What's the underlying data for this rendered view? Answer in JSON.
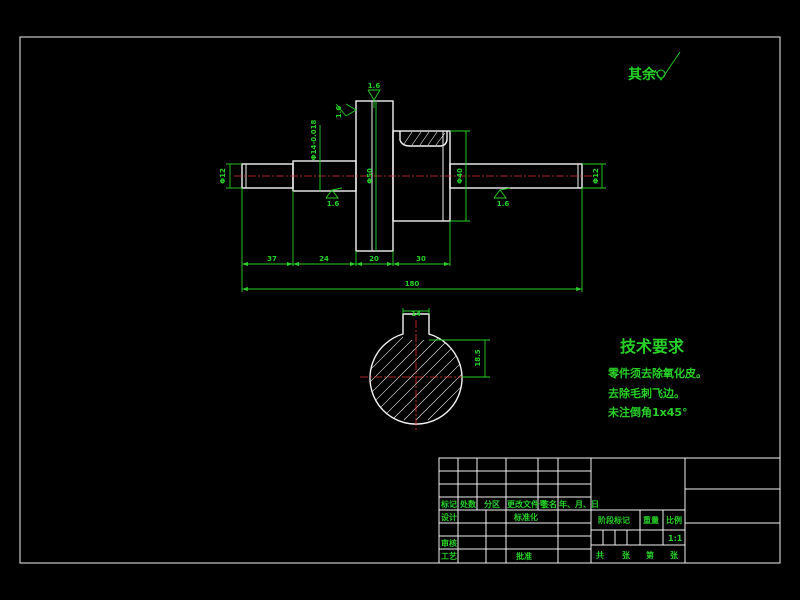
{
  "roughness_rest": {
    "label": "其余"
  },
  "roughness_marks": [
    "1.6",
    "1.6",
    "1.6",
    "1.6"
  ],
  "dimensions": {
    "d_left_end": "Φ12",
    "d_shoulder": "Φ14-0.018",
    "d_flange": "Φ50",
    "d_hub": "Φ40",
    "d_right_end": "Φ12",
    "len_1": "37",
    "len_2": "24",
    "len_3": "20",
    "len_4": "30",
    "len_total": "180",
    "key_width": "14",
    "key_depth": "18.5"
  },
  "tech_requirements": {
    "title": "技术要求",
    "lines": [
      "零件须去除氧化皮。",
      "去除毛刺飞边。",
      "未注倒角1x45°"
    ]
  },
  "title_block": {
    "mark": "标记",
    "count": "处数",
    "zone": "分区",
    "doc_no": "更改文件号",
    "sign": "签名",
    "date": "年、月、日",
    "design": "设计",
    "standardize": "标准化",
    "stage_mark": "阶段标记",
    "weight": "重量",
    "scale_label": "比例",
    "scale_value": "1:1",
    "review": "审核",
    "process": "工艺",
    "approve": "批准",
    "sheets_total": "共",
    "sheets_word": "张",
    "sheet_no": "第",
    "sheet_word": "张"
  },
  "colors": {
    "line": "#f2f2f2",
    "dimension": "#27d027",
    "centerline": "#e03030"
  }
}
